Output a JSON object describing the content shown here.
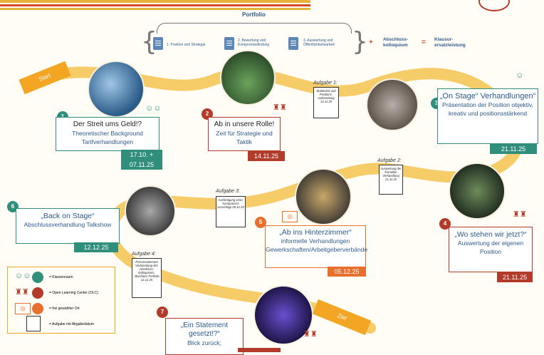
{
  "portfolio": {
    "title": "Portfolio",
    "steps": [
      "1. Position und Strategie",
      "2. Bewertung und Kompromissfindung",
      "3. Auswertung und Öffentlichkeitsarbeit"
    ],
    "plus": "+",
    "kolloquium": "Abschluss-kolloquium",
    "equals": "=",
    "klausur": "Klausur-ersatzleistung"
  },
  "banners": {
    "start": "Start",
    "ziel": "Ziel"
  },
  "stations": [
    {
      "num": "1",
      "title": "Der Streit ums Geld!?",
      "text": "Theoretischer Background Tarifverhandlungen",
      "date": "17.10. + 07.11.25"
    },
    {
      "num": "2",
      "title": "Ab in unsere Rolle!",
      "text": "Zeit für Strategie und Taktik",
      "date": "14.11.25"
    },
    {
      "num": "3",
      "title": "„On Stage“ Verhandlungen“",
      "text": "Präsentation der Position objektiv, kreativ und positionsstärkend",
      "date": "21.11.25"
    },
    {
      "num": "4",
      "title": "„Wo stehen wir jetzt?“",
      "text": "Auswertung der eigenen Position",
      "date": "21.11.25"
    },
    {
      "num": "5",
      "title": "„Ab ins Hinterzimmer“",
      "text": "informelle Verhandlungen Gewerkschaften/Arbeitgeberverbände",
      "date": "05.12.25"
    },
    {
      "num": "6",
      "title": "„Back on Stage“",
      "text": "Abschlussverhandlung Talkshow",
      "date": "12.12.25"
    },
    {
      "num": "7",
      "title": "„Ein Statement gesetzt!?“",
      "text": "Blick zurück;"
    }
  ],
  "tasks": [
    {
      "label": "Aufgabe 1:",
      "doc": "Statement und Positions-vorbereitung 14.11.25"
    },
    {
      "label": "Aufgabe 2:",
      "doc": "Auswertung der formellen Verhandlung 21.11.25"
    },
    {
      "label": "Aufgabe 3:",
      "doc": "Ausfertigung eines Kompromiss vorschlags 05.12.25"
    },
    {
      "label": "Aufgabe 4:",
      "doc": "Pressestatement Vorbereitung des Abschluss-kolloquiums; Abschluss Portfolio 12.12.25"
    }
  ],
  "legend": {
    "items": [
      "= Klassenraum",
      "= Open Learning Center (OLC)",
      "= frei gewählter Ort",
      "= Aufgabe mit Abgabedatum"
    ]
  },
  "colors": {
    "green": "#2f8f7a",
    "red": "#b23b2a",
    "orange": "#e8702c",
    "path": "#f5c65a",
    "blue": "#2c5a8f"
  }
}
